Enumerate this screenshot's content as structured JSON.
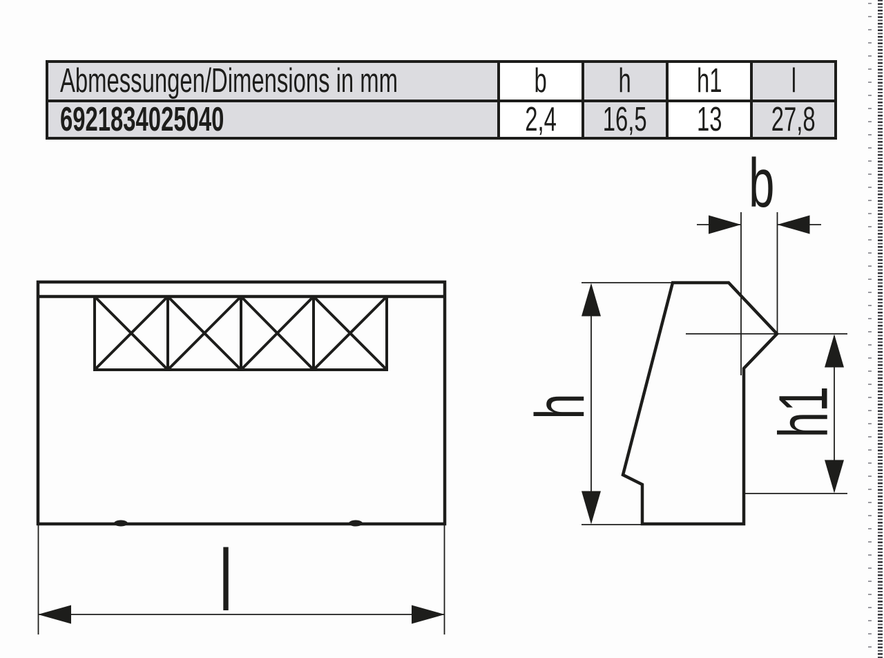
{
  "table": {
    "header": {
      "label": "Abmessungen/Dimensions in mm",
      "columns": [
        "b",
        "h",
        "h1",
        "l"
      ]
    },
    "row": {
      "article": "6921834025040",
      "values": [
        "2,4",
        "16,5",
        "13",
        "27,8"
      ]
    }
  },
  "drawing": {
    "labels": {
      "b": "b",
      "h": "h",
      "h1": "h1",
      "l": "l"
    },
    "colors": {
      "line": "#1d1d1b",
      "table_gray": "#dcdce0",
      "background": "#fdfdfd"
    }
  }
}
